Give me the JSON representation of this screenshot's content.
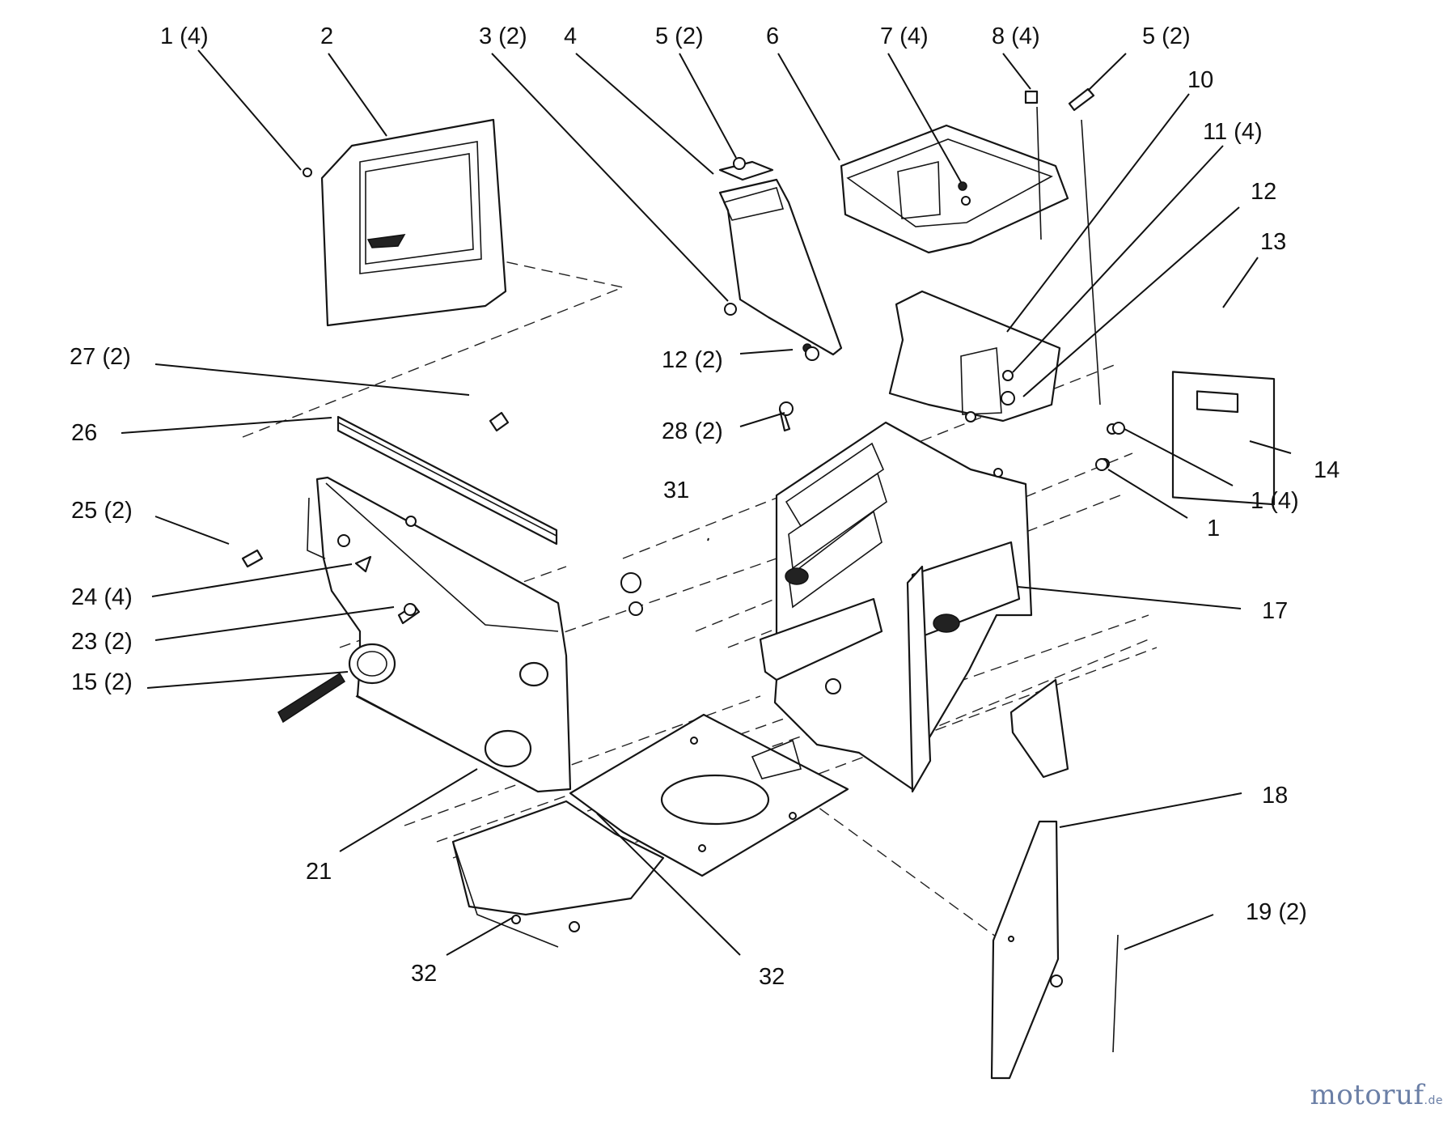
{
  "watermark": {
    "brand_main": "motoruf",
    "brand_suffix": ".de"
  },
  "callouts": [
    "1 (4)",
    "2",
    "3 (2)",
    "4",
    "5 (2)",
    "6",
    "7 (4)",
    "8 (4)",
    "5 (2)",
    "10",
    "11 (4)",
    "12",
    "13",
    "14",
    "1 (4)",
    "1",
    "17",
    "18",
    "19 (2)",
    "32",
    "32",
    "21",
    "31",
    "28 (2)",
    "12 (2)",
    "27 (2)",
    "26",
    "25 (2)",
    "24 (4)",
    "23 (2)",
    "15 (2)"
  ]
}
